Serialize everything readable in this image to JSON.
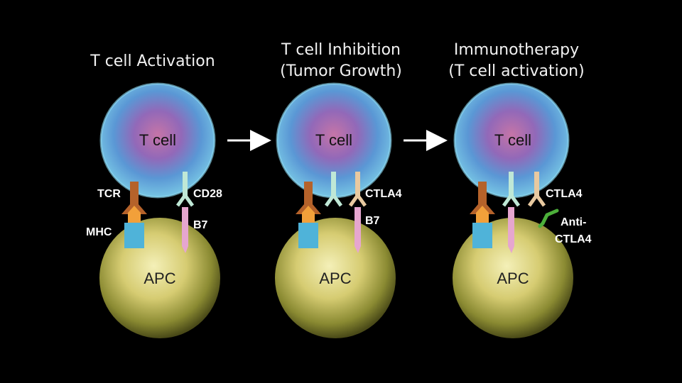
{
  "panels": [
    {
      "title_lines": [
        "T cell Activation"
      ],
      "tcell_label": "T cell",
      "apc_label": "APC",
      "labels": {
        "tcr": "TCR",
        "mhc": "MHC",
        "cd28": "CD28",
        "b7": "B7"
      }
    },
    {
      "title_lines": [
        "T cell Inhibition",
        "(Tumor Growth)"
      ],
      "tcell_label": "T cell",
      "apc_label": "APC",
      "labels": {
        "ctla4": "CTLA4",
        "b7": "B7"
      }
    },
    {
      "title_lines": [
        "Immunotherapy",
        "(T cell activation)"
      ],
      "tcell_label": "T cell",
      "apc_label": "APC",
      "labels": {
        "ctla4": "CTLA4",
        "anti_line1": "Anti-",
        "anti_line2": "CTLA4"
      }
    }
  ],
  "colors": {
    "background": "#000000",
    "tcr": "#b5622a",
    "mhc_peptide": "#f2a03a",
    "mhc": "#4fb3d9",
    "cd28": "#bfe8d6",
    "ctla4": "#e8c9a0",
    "b7": "#e6a6cf",
    "antibody": "#4caf3a"
  }
}
